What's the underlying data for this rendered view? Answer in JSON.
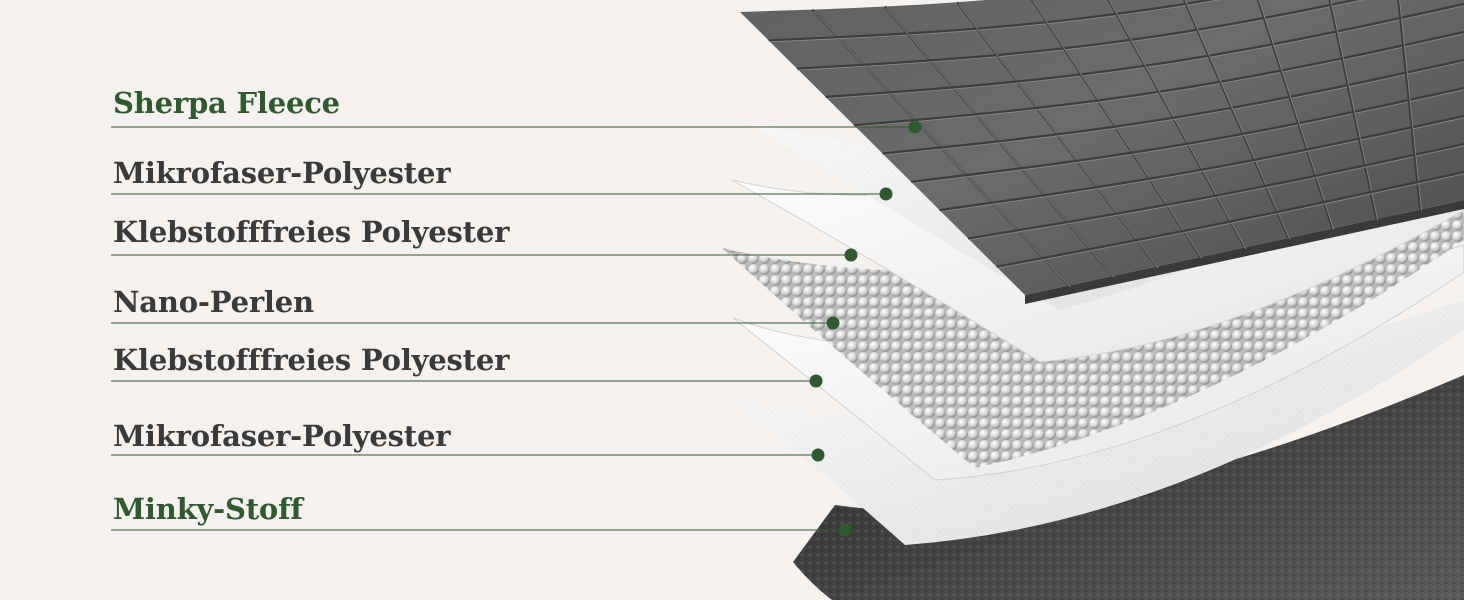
{
  "colors": {
    "background": "#f4f1ee",
    "accent": "#2f5a2f",
    "text": "#3a3a3a",
    "leader_line": "#2f5a2f",
    "dot": "#2f5a2f"
  },
  "layers": [
    {
      "label": "Sherpa Fleece",
      "accent": true
    },
    {
      "label": "Mikrofaser-Polyester",
      "accent": false
    },
    {
      "label": "Klebstofffreies Polyester",
      "accent": false
    },
    {
      "label": "Nano-Perlen",
      "accent": false
    },
    {
      "label": "Klebstofffreies Polyester",
      "accent": false
    },
    {
      "label": "Mikrofaser-Polyester",
      "accent": false
    },
    {
      "label": "Minky-Stoff",
      "accent": true
    }
  ]
}
